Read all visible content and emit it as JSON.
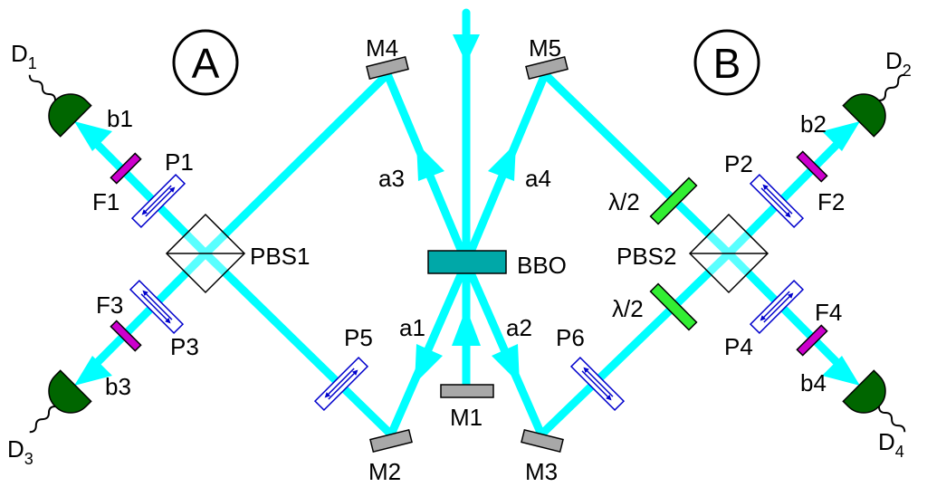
{
  "colors": {
    "beam": "#00ffff",
    "detector": "#006600",
    "filter": "#cc00cc",
    "waveplate": "#33ee33",
    "mirror": "#a8a8a8",
    "bbo": "#00a8a8",
    "polarizer": "#0000cc"
  },
  "labels": {
    "A": "A",
    "B": "B",
    "D1": "D",
    "D1s": "1",
    "D2": "D",
    "D2s": "2",
    "D3": "D",
    "D3s": "3",
    "D4": "D",
    "D4s": "4",
    "b1": "b1",
    "b2": "b2",
    "b3": "b3",
    "b4": "b4",
    "a1": "a1",
    "a2": "a2",
    "a3": "a3",
    "a4": "a4",
    "M1": "M1",
    "M2": "M2",
    "M3": "M3",
    "M4": "M4",
    "M5": "M5",
    "P1": "P1",
    "P2": "P2",
    "P3": "P3",
    "P4": "P4",
    "P5": "P5",
    "P6": "P6",
    "F1": "F1",
    "F2": "F2",
    "F3": "F3",
    "F4": "F4",
    "PBS1": "PBS1",
    "PBS2": "PBS2",
    "BBO": "BBO",
    "HWP1": "λ/2",
    "HWP2": "λ/2"
  }
}
